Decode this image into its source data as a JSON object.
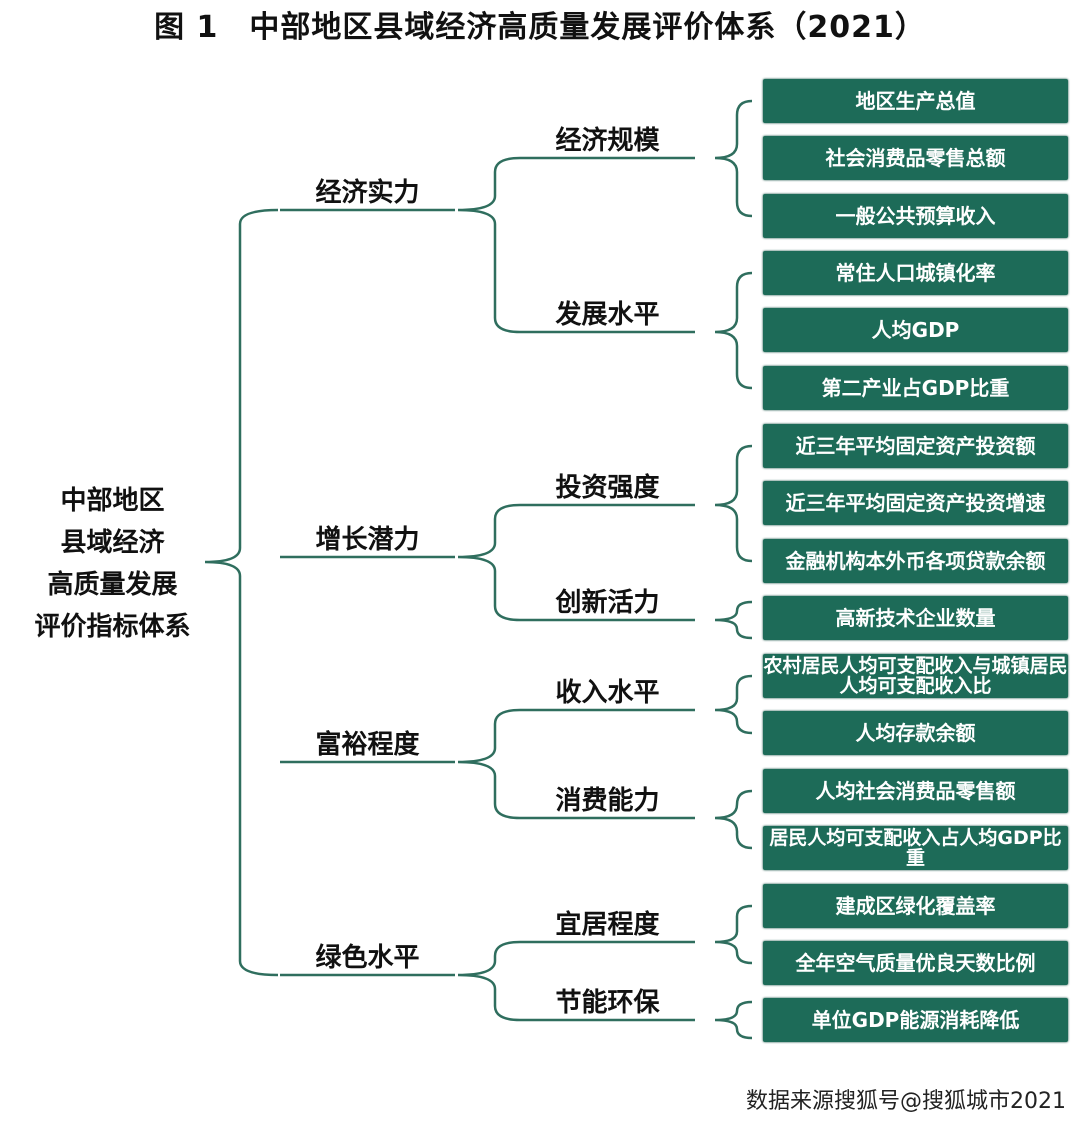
{
  "title": "图 1　中部地区县域经济高质量发展评价体系（2021）",
  "root": [
    "中部地区",
    "县域经济",
    "高质量发展",
    "评价指标体系"
  ],
  "level1": [
    {
      "label": "经济实力",
      "children": [
        {
          "label": "经济规模",
          "items": [
            "地区生产总值",
            "社会消费品零售总额",
            "一般公共预算收入"
          ]
        },
        {
          "label": "发展水平",
          "items": [
            "常住人口城镇化率",
            "人均GDP",
            "第二产业占GDP比重"
          ]
        }
      ]
    },
    {
      "label": "增长潜力",
      "children": [
        {
          "label": "投资强度",
          "items": [
            "近三年平均固定资产投资额",
            "近三年平均固定资产投资增速",
            "金融机构本外币各项贷款余额"
          ]
        },
        {
          "label": "创新活力",
          "items": [
            "高新技术企业数量"
          ]
        }
      ]
    },
    {
      "label": "富裕程度",
      "children": [
        {
          "label": "收入水平",
          "items": [
            "农村居民人均可支配收入与城镇居民人均可支配收入比",
            "人均存款余额"
          ]
        },
        {
          "label": "消费能力",
          "items": [
            "人均社会消费品零售额",
            "居民人均可支配收入占人均GDP比重"
          ]
        }
      ]
    },
    {
      "label": "绿色水平",
      "children": [
        {
          "label": "宜居程度",
          "items": [
            "建成区绿化覆盖率",
            "全年空气质量优良天数比例"
          ]
        },
        {
          "label": "节能环保",
          "items": [
            "单位GDP能源消耗降低"
          ]
        }
      ]
    }
  ],
  "footer": "数据来源搜狐号@搜狐城市2021",
  "colors": {
    "box": "#1d6b58",
    "line": "#2f6e5e"
  }
}
